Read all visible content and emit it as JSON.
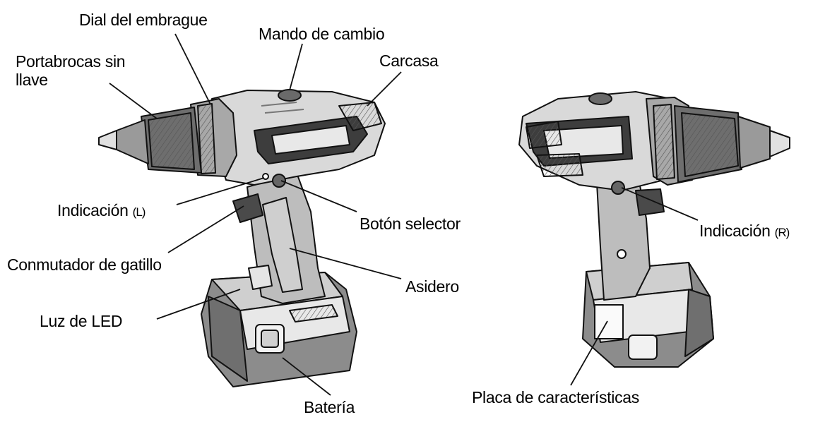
{
  "labels": {
    "portabrocas": "Portabrocas sin llave",
    "dial_embrague": "Dial del embrague",
    "mando_cambio": "Mando de cambio",
    "carcasa": "Carcasa",
    "indicacion_l": "Indicación",
    "indicacion_l_mark": "(L)",
    "boton_selector": "Botón selector",
    "conmutador": "Conmutador de gatillo",
    "asidero": "Asidero",
    "luz_led": "Luz de LED",
    "bateria": "Batería",
    "indicacion_r": "Indicación",
    "indicacion_r_mark": "(R)",
    "placa": "Placa de características"
  },
  "colors": {
    "line": "#111111",
    "body_light": "#dedede",
    "body_mid": "#bdbdbd",
    "body_dark": "#4a4a4a",
    "battery": "#8a8a8a"
  }
}
